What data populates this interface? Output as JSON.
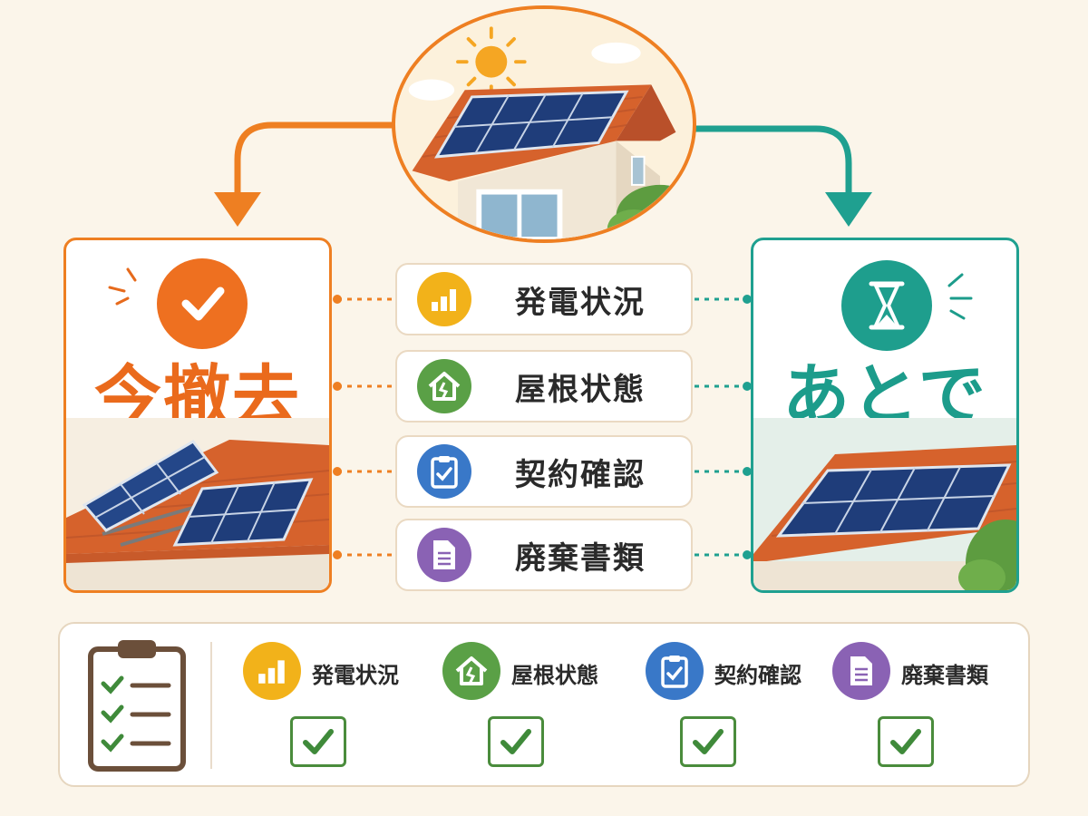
{
  "options": {
    "now": {
      "title": "今撤去",
      "accent": "#ee7f22",
      "icon": "checkmark-icon"
    },
    "later": {
      "title": "あとで",
      "accent": "#1fa090",
      "icon": "hourglass-icon"
    }
  },
  "checklist": [
    {
      "label": "発電状況",
      "icon": "bar-chart-icon",
      "color": "#f2b21a"
    },
    {
      "label": "屋根状態",
      "icon": "house-crack-icon",
      "color": "#5aa046"
    },
    {
      "label": "契約確認",
      "icon": "clipboard-check-icon",
      "color": "#3978c8"
    },
    {
      "label": "廃棄書類",
      "icon": "document-icon",
      "color": "#8a62b4"
    }
  ],
  "summary": {
    "icon": "clipboard-checklist-icon",
    "items": [
      {
        "label": "発電状況",
        "checked": true
      },
      {
        "label": "屋根状態",
        "checked": true
      },
      {
        "label": "契約確認",
        "checked": true
      },
      {
        "label": "廃棄書類",
        "checked": true
      }
    ]
  },
  "colors": {
    "background": "#fbf5ea",
    "check_green": "#4a8c3c"
  }
}
